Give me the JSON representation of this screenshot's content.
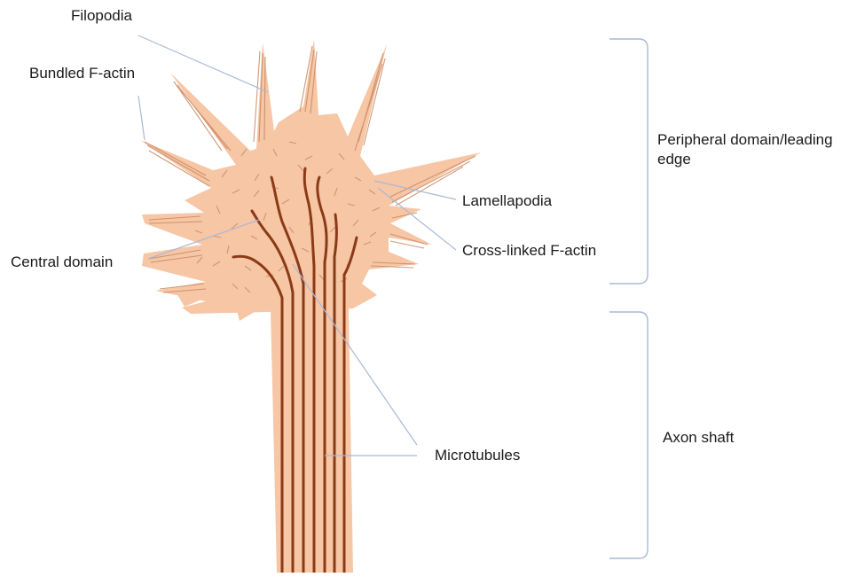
{
  "labels": {
    "filopodia": "Filopodia",
    "bundled_f_actin": "Bundled F-actin",
    "central_domain": "Central domain",
    "lamellapodia": "Lamellapodia",
    "cross_linked_f_actin": "Cross-linked F-actin",
    "microtubules": "Microtubules",
    "peripheral_domain": "Peripheral domain/leading edge",
    "axon_shaft": "Axon shaft"
  },
  "colors": {
    "cell_fill": "#f6c6a5",
    "actin_stroke": "#c98862",
    "microtubule": "#8b3a16",
    "leader_line": "#a9b9d6",
    "bracket": "#a9b9d6"
  }
}
